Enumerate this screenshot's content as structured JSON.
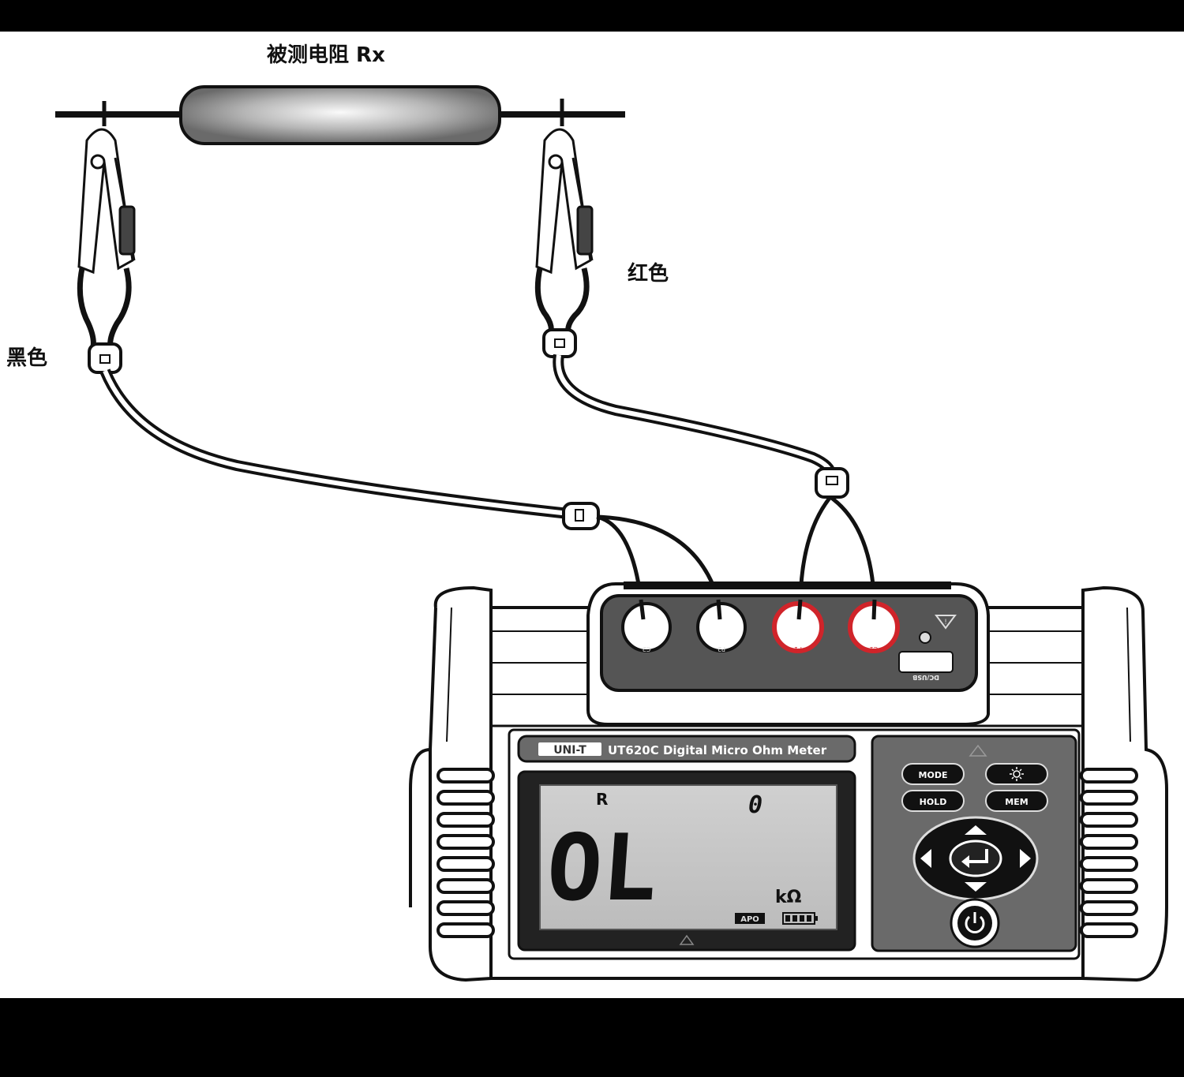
{
  "labels": {
    "resistor": "被测电阻 Rx",
    "red_lead": "红色",
    "black_lead": "黑色"
  },
  "meter": {
    "brand": "UNI-T",
    "model": "UT620C Digital Micro Ohm Meter",
    "terminals": [
      "C2",
      "P2",
      "P1",
      "C1"
    ],
    "usb_label": "DC/USB",
    "display": {
      "mode": "R",
      "index": "0",
      "reading": "OL",
      "unit": "kΩ",
      "apo": "APO"
    },
    "buttons": {
      "mode": "MODE",
      "hold": "HOLD",
      "mem": "MEM"
    }
  },
  "colors": {
    "red_terminal": "#d0242a",
    "lcd": "#c8c8c8",
    "body_gray": "#6a6a6a"
  }
}
